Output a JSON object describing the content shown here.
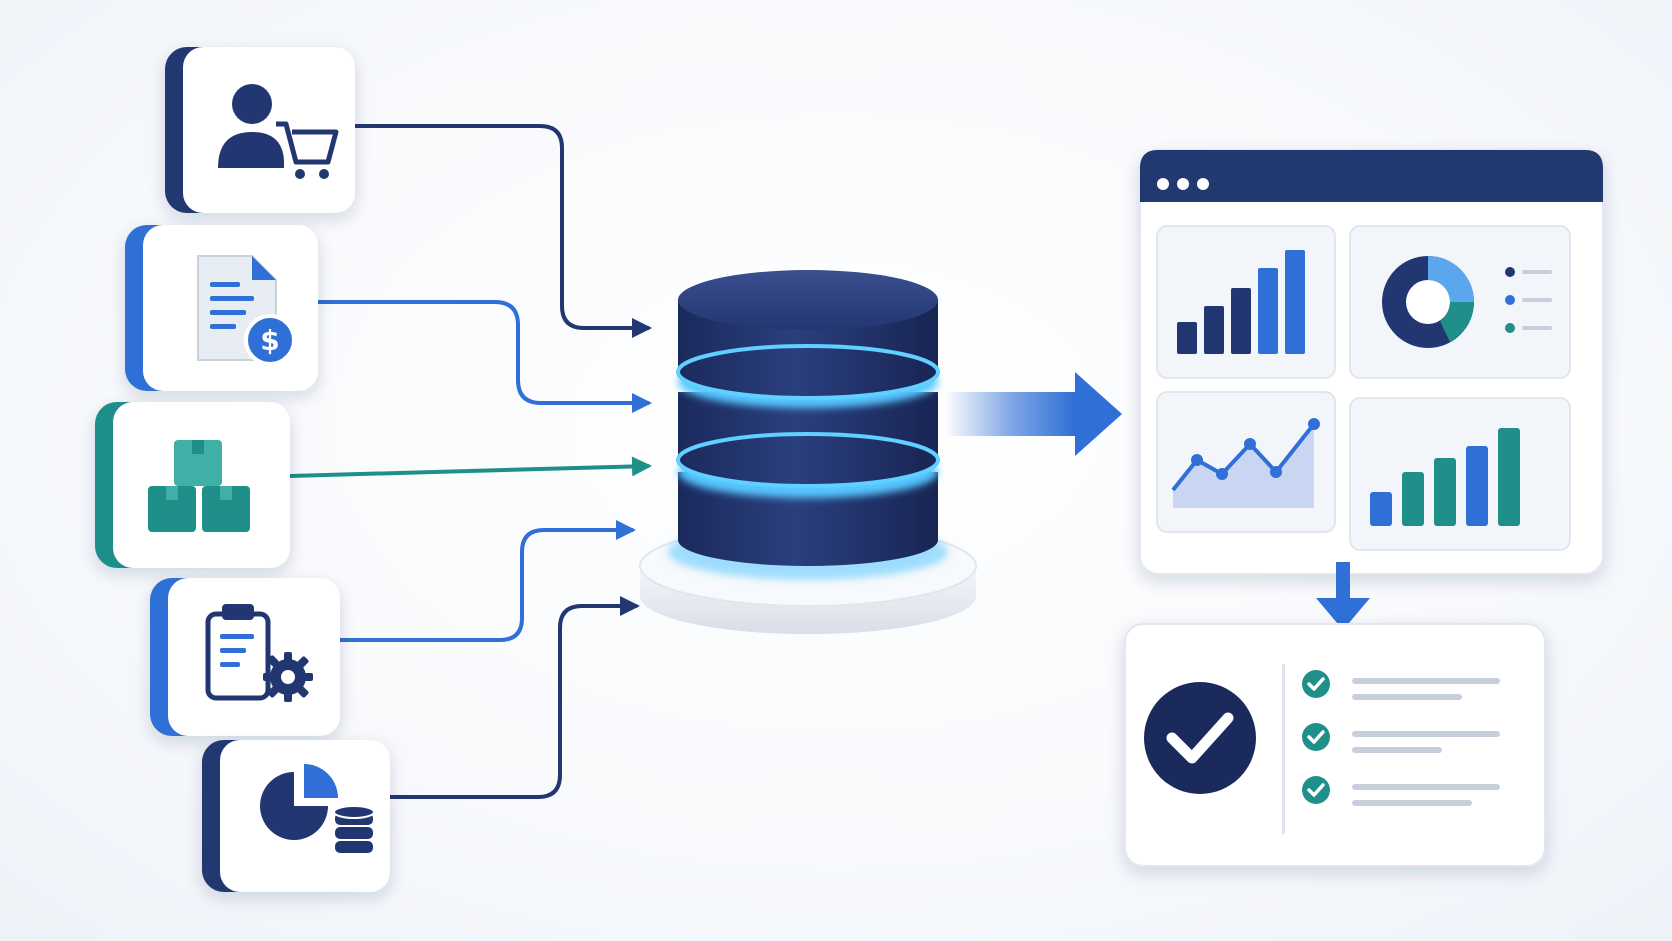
{
  "colors": {
    "navy": "#223771",
    "navy_dark": "#1b2a5c",
    "blue": "#2f6fd6",
    "blue_light": "#5aa7ee",
    "teal": "#1f8f8a",
    "teal_light": "#3fb0a6",
    "glow": "#57c6ff",
    "card": "#ffffff",
    "panel": "#f2f5fa"
  },
  "sources": [
    {
      "id": "customer-purchases",
      "icon": "user-cart-icon",
      "accent": "#223771"
    },
    {
      "id": "invoices",
      "icon": "invoice-dollar-icon",
      "accent": "#2f6fd6"
    },
    {
      "id": "inventory",
      "icon": "boxes-icon",
      "accent": "#1f8f8a"
    },
    {
      "id": "operations",
      "icon": "clipboard-gear-icon",
      "accent": "#2f6fd6"
    },
    {
      "id": "analytics-db",
      "icon": "pie-database-icon",
      "accent": "#223771"
    }
  ],
  "hub": {
    "icon": "database-cylinder-icon"
  },
  "dashboard": {
    "icon": "dashboard-window-icon",
    "widgets": [
      "bar-chart-icon",
      "donut-chart-icon",
      "line-chart-icon",
      "bar-chart-multicolor-icon"
    ]
  },
  "report": {
    "icon": "checklist-report-icon",
    "items": 3
  }
}
